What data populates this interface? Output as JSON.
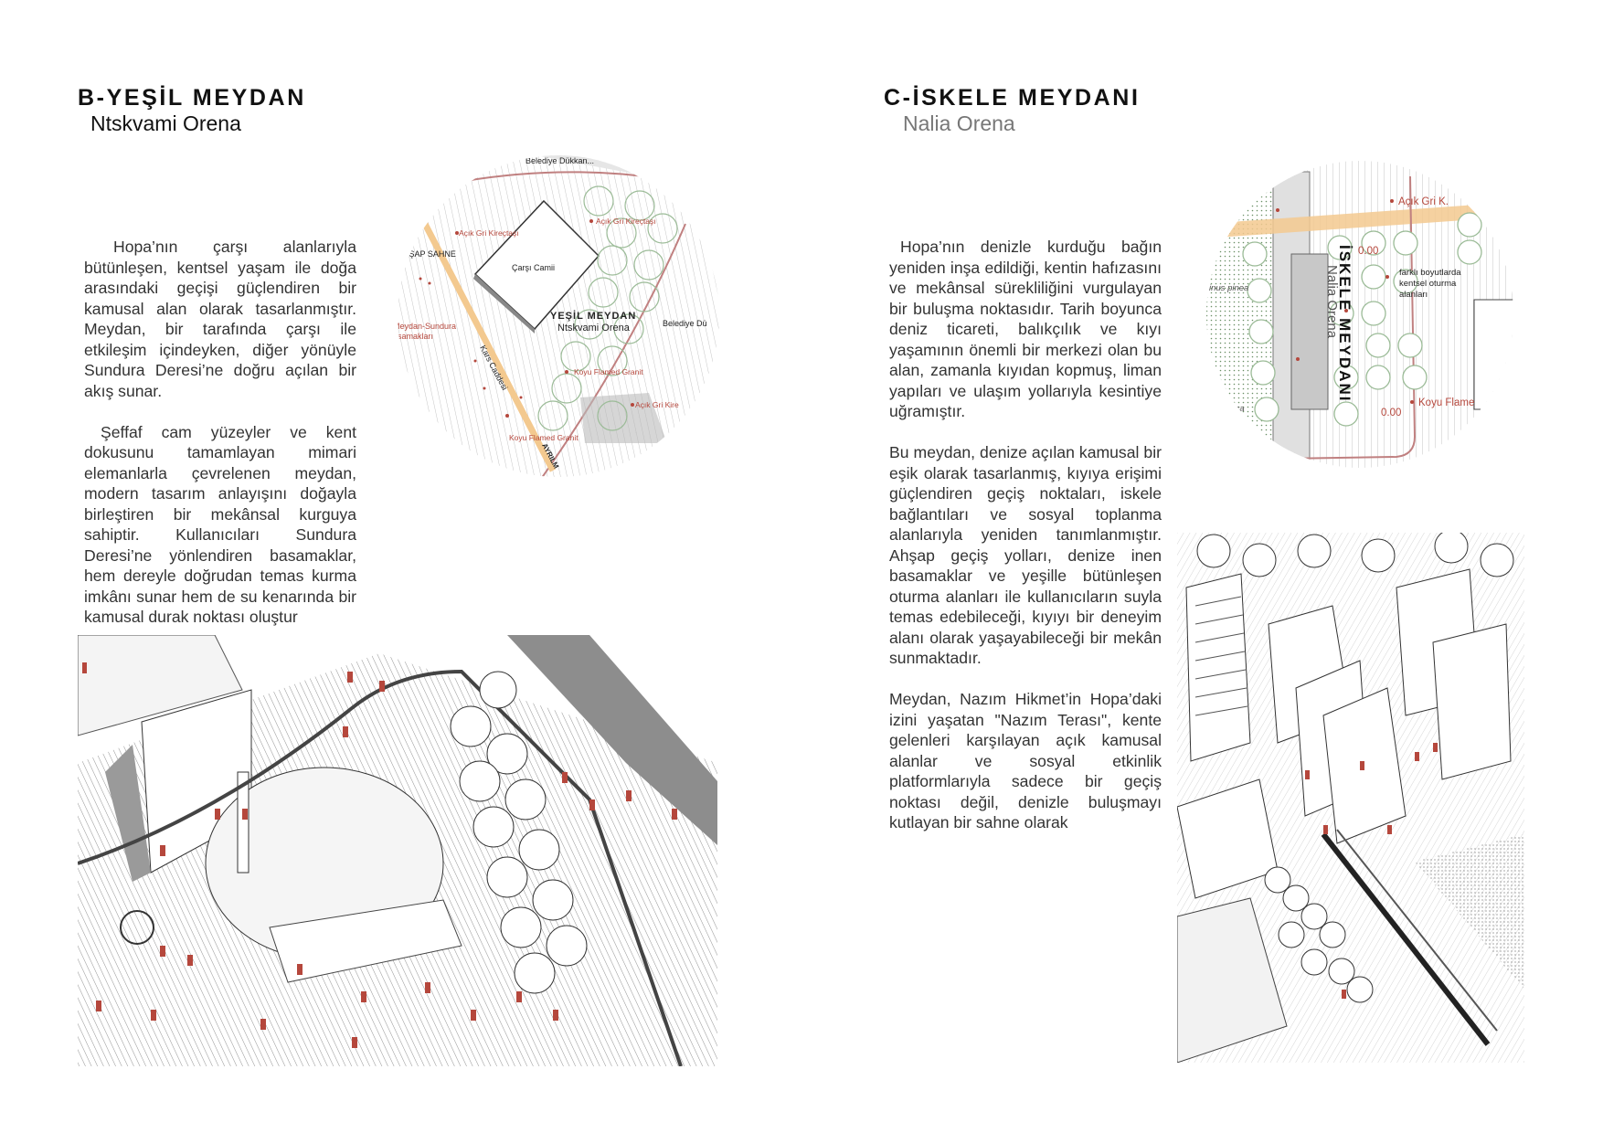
{
  "section_b": {
    "title": "B-YEŞİL MEYDAN",
    "subtitle": "Ntskvami Orena",
    "paragraphs": [
      "Hopa’nın çarşı alanlarıyla bütünleşen, kentsel yaşam ile doğa arasındaki geçişi güçlendiren bir kamusal alan olarak tasarlanmıştır. Meydan, bir tarafında çarşı ile etkileşim içindeyken, diğer yönüyle Sundura Deresi’ne doğru açılan bir akış sunar.",
      "Şeffaf cam yüzeyler ve kent dokusunu tamamlayan mimari elemanlarla çevrelenen meydan, modern tasarım anlayışını doğayla birleştiren bir mekânsal kurguya sahiptir. Kullanıcıları Sundura Deresi’ne yönlendiren basamaklar, hem dereyle doğrudan temas kurma imkânı sunar hem de su kenarında bir kamusal durak noktası oluştur"
    ],
    "map_labels": {
      "belediye_dukkan": "Belediye Dükkan...",
      "acik_gri_1": "Açık Gri Kireçtaşı",
      "acik_gri_2": "Açık Gri Kireçtaşı",
      "ahsap_sahne": "İŞAP SAHNE",
      "carsi_camii": "Çarşı Camii",
      "plan_title": "YEŞİL MEYDAN",
      "plan_subtitle": "Ntskvami Orena",
      "belediye_du": "Belediye Dü",
      "basamak_1": "Meydan-Sundura",
      "basamak_2": "asamakları",
      "kars_caddesi": "Kars Caddesi",
      "koyu_granit_1": "Koyu Flamed Granit",
      "koyu_granit_2": "Koyu Flamed Granit",
      "acik_gri_3": "Açık Gri Kire",
      "ayrilm": "AYRILM"
    }
  },
  "section_c": {
    "title": "C-İSKELE MEYDANI",
    "subtitle": "Nalia Orena",
    "paragraphs": [
      "Hopa’nın denizle kurduğu bağın yeniden inşa edildiği, kentin hafızasını ve mekânsal sürekliliğini vurgulayan bir buluşma noktasıdır. Tarih boyunca deniz ticareti, balıkçılık ve kıyı yaşamının önemli bir merkezi olan bu alan, zamanla kıyıdan kopmuş, liman yapıları ve ulaşım yollarıyla kesintiye uğramıştır.",
      "Bu meydan, denize açılan kamusal bir eşik olarak tasarlanmış, kıyıya erişimi güçlendiren geçiş noktaları, iskele bağlantıları ve sosyal toplanma alanlarıyla yeniden tanımlanmıştır. Ahşap geçiş yolları, denize inen basamaklar ve yeşille bütünleşen oturma alanları ile kullanıcıların suyla temas edebileceği, kıyıyı bir deneyim alanı olarak yaşayabileceği bir mekân sunmaktadır.",
      "Meydan, Nazım Hikmet’in Hopa’daki izini yaşatan \"Nazım Terası\", kente gelenleri karşılayan açık kamusal alanlar ve sosyal etkinlik platformlarıyla sadece bir geçiş noktası değil, denizle buluşmayı kutlayan bir sahne olarak"
    ],
    "map_labels": {
      "acik_gri": "Açık Gri K.",
      "level_1": "0.00",
      "level_2": "0.00",
      "plan_title": "İSKELE MEYDANI",
      "plan_subtitle": "Nalia Orena",
      "seating_1": "farklı boyutlarda",
      "seating_2": "kentsel oturma",
      "seating_3": "alanları",
      "koyu_flame": "Koyu Flame",
      "pinus": "inus pinea",
      "sylvatica": "ylvatica"
    }
  },
  "colors": {
    "accent_red": "#b5473c",
    "path_orange": "#f3c98f",
    "tree_green": "#5a9a55"
  }
}
